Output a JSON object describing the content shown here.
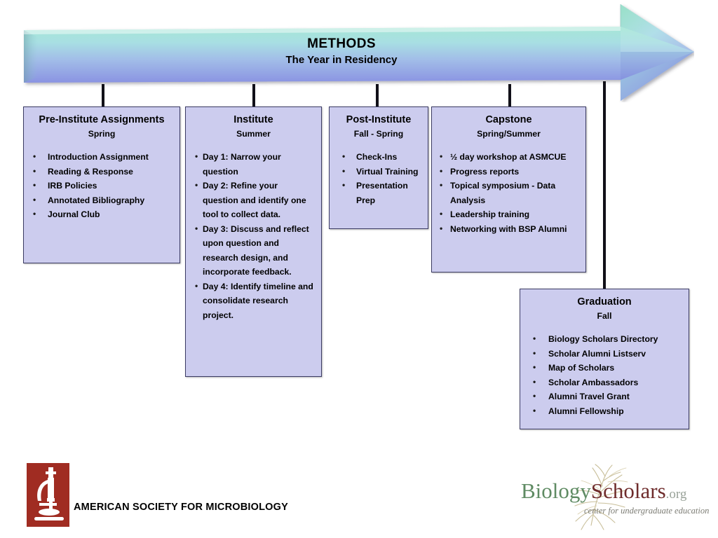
{
  "banner": {
    "title": "METHODS",
    "subtitle": "The Year in Residency",
    "shape": "right-arrow",
    "gradient_top": "#9fe3d2",
    "gradient_bottom": "#8a93e2"
  },
  "box_style": {
    "fill": "#ccccee",
    "border": "#3b3b63"
  },
  "phases": [
    {
      "id": "pre-institute",
      "title": "Pre-Institute Assignments",
      "subtitle": "Spring",
      "items": [
        "Introduction Assignment",
        "Reading & Response",
        "IRB Policies",
        "Annotated Bibliography",
        "Journal Club"
      ]
    },
    {
      "id": "institute",
      "title": "Institute",
      "subtitle": "Summer",
      "items": [
        "Day 1: Narrow your question",
        "Day 2: Refine your question and identify one tool to collect data.",
        "Day 3: Discuss and reflect upon question and research design, and incorporate feedback.",
        "Day 4: Identify timeline and consolidate research project."
      ]
    },
    {
      "id": "post-institute",
      "title": "Post-Institute",
      "subtitle": "Fall - Spring",
      "items": [
        "Check-Ins",
        "Virtual Training",
        "Presentation Prep"
      ]
    },
    {
      "id": "capstone",
      "title": "Capstone",
      "subtitle": "Spring/Summer",
      "items": [
        "½ day workshop at ASMCUE",
        "Progress reports",
        "Topical symposium - Data Analysis",
        "Leadership training",
        "Networking with BSP Alumni"
      ]
    },
    {
      "id": "graduation",
      "title": "Graduation",
      "subtitle": "Fall",
      "items": [
        "Biology Scholars Directory",
        "Scholar Alumni Listserv",
        "Map of Scholars",
        "Scholar Ambassadors",
        "Alumni Travel Grant",
        "Alumni Fellowship"
      ]
    }
  ],
  "footer": {
    "asm": {
      "name": "AMERICAN SOCIETY FOR MICROBIOLOGY",
      "mark_color": "#a02c22",
      "icon": "microscope-icon"
    },
    "biology_scholars": {
      "word_one": "Biology",
      "word_two": "Scholars",
      "suffix": ".org",
      "tagline": "center for undergraduate education",
      "color_one": "#5f8b63",
      "color_two": "#6e2b2b",
      "color_suffix": "#9aa39a"
    }
  }
}
